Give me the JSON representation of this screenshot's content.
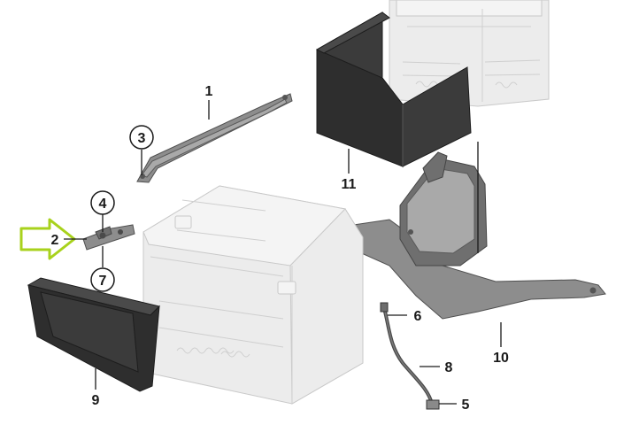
{
  "callouts": [
    {
      "id": "1",
      "label": "1"
    },
    {
      "id": "2",
      "label": "2"
    },
    {
      "id": "3",
      "label": "3"
    },
    {
      "id": "4",
      "label": "4"
    },
    {
      "id": "5",
      "label": "5"
    },
    {
      "id": "6",
      "label": "6"
    },
    {
      "id": "7",
      "label": "7"
    },
    {
      "id": "8",
      "label": "8"
    },
    {
      "id": "9",
      "label": "9"
    },
    {
      "id": "10",
      "label": "10"
    },
    {
      "id": "11",
      "label": "11"
    }
  ],
  "colors": {
    "arrow_outline": "#a8d21c",
    "part_dark": "#2e2e2e",
    "part_metal": "#8d8d8d",
    "ghost_part": "#ececec"
  },
  "icons": {
    "pointer": "outline-arrow-right"
  }
}
